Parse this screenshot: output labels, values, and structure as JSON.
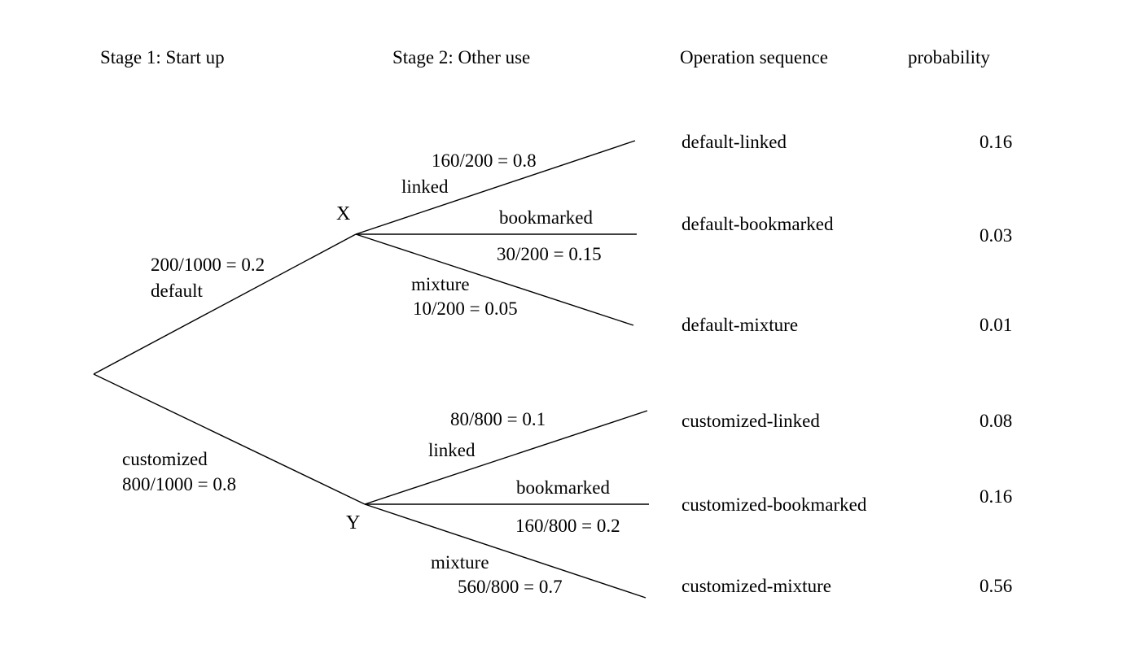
{
  "headers": {
    "stage1": "Stage 1: Start up",
    "stage2": "Stage 2: Other use",
    "operation_sequence": "Operation sequence",
    "probability": "probability"
  },
  "tree": {
    "line_color": "#000000",
    "nodes": {
      "x": "X",
      "y": "Y"
    },
    "stage1_branches": {
      "default": {
        "fraction": "200/1000 = 0.2",
        "label": "default"
      },
      "customized": {
        "label": "customized",
        "fraction": "800/1000 = 0.8"
      }
    },
    "x_branches": {
      "linked": {
        "fraction": "160/200 = 0.8",
        "label": "linked"
      },
      "bookmarked": {
        "label": "bookmarked",
        "fraction": "30/200 = 0.15"
      },
      "mixture": {
        "label": "mixture",
        "fraction": "10/200 = 0.05"
      }
    },
    "y_branches": {
      "linked": {
        "fraction": "80/800 = 0.1",
        "label": "linked"
      },
      "bookmarked": {
        "label": "bookmarked",
        "fraction": "160/800 = 0.2"
      },
      "mixture": {
        "label": "mixture",
        "fraction": "560/800 = 0.7"
      }
    }
  },
  "outcomes": [
    {
      "sequence": "default-linked",
      "probability": "0.16"
    },
    {
      "sequence": "default-bookmarked",
      "probability": "0.03"
    },
    {
      "sequence": "default-mixture",
      "probability": "0.01"
    },
    {
      "sequence": "customized-linked",
      "probability": "0.08"
    },
    {
      "sequence": "customized-bookmarked",
      "probability": "0.16"
    },
    {
      "sequence": "customized-mixture",
      "probability": "0.56"
    }
  ]
}
